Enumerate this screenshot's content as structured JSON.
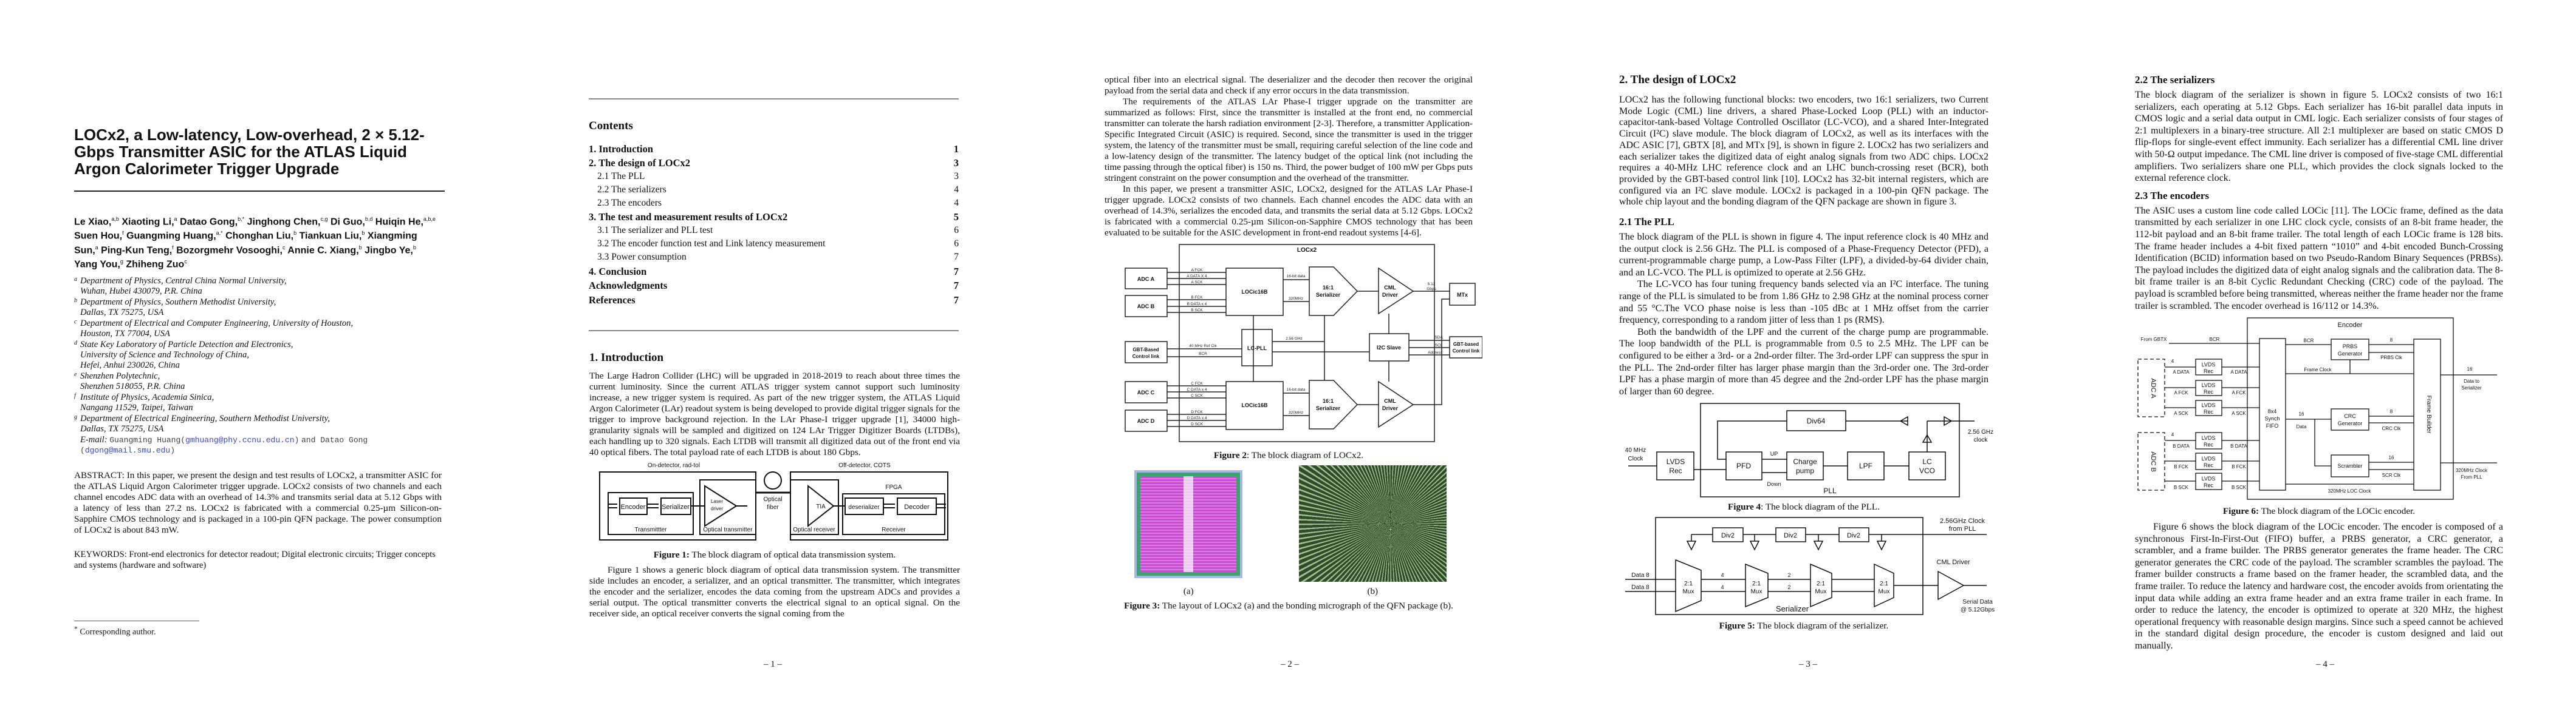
{
  "title_page": {
    "title": "LOCx2, a Low-latency, Low-overhead, 2 × 5.12-Gbps Transmitter ASIC for the ATLAS Liquid Argon Calorimeter Trigger Upgrade",
    "authors": [
      {
        "name": "Le Xiao,",
        "aff": "a,b"
      },
      {
        "name": "Xiaoting Li,",
        "aff": "a"
      },
      {
        "name": "Datao Gong,",
        "aff": "b,*"
      },
      {
        "name": "Jinghong Chen,",
        "aff": "c,g"
      },
      {
        "name": "Di Guo,",
        "aff": "b,d"
      },
      {
        "name": "Huiqin He,",
        "aff": "a,b,e"
      },
      {
        "name": "Suen Hou,",
        "aff": "f"
      },
      {
        "name": "Guangming Huang,",
        "aff": "a,*"
      },
      {
        "name": "Chonghan Liu,",
        "aff": "b"
      },
      {
        "name": "Tiankuan Liu,",
        "aff": "b"
      },
      {
        "name": "Xiangming Sun,",
        "aff": "a"
      },
      {
        "name": "Ping-Kun Teng,",
        "aff": "f"
      },
      {
        "name": "Bozorgmehr Vosooghi,",
        "aff": "c"
      },
      {
        "name": "Annie C. Xiang,",
        "aff": "b"
      },
      {
        "name": "Jingbo Ye,",
        "aff": "b"
      },
      {
        "name": "Yang You,",
        "aff": "g"
      },
      {
        "name": "Zhiheng Zuo",
        "aff": "c"
      }
    ],
    "affiliations": [
      {
        "mark": "a",
        "lines": [
          "Department of Physics, Central China Normal University,",
          "Wuhan, Hubei 430079, P.R. China"
        ]
      },
      {
        "mark": "b",
        "lines": [
          "Department of Physics, Southern Methodist University,",
          "Dallas, TX 75275, USA"
        ]
      },
      {
        "mark": "c",
        "lines": [
          "Department of Electrical and Computer Engineering, University of Houston,",
          "Houston, TX 77004, USA"
        ]
      },
      {
        "mark": "d",
        "lines": [
          "State Key Laboratory of Particle Detection and Electronics,",
          "University of Science and Technology of China,",
          "Hefei, Anhui 230026, China"
        ]
      },
      {
        "mark": "e",
        "lines": [
          "Shenzhen Polytechnic,",
          "Shenzhen 518055, P.R. China"
        ]
      },
      {
        "mark": "f",
        "lines": [
          "Institute of Physics, Academia Sinica,",
          "Nangang 11529, Taipei, Taiwan"
        ]
      },
      {
        "mark": "g",
        "lines": [
          "Department of Electrical Engineering, Southern Methodist University,",
          "Dallas, TX 75275, USA"
        ]
      }
    ],
    "email": {
      "label": "E-mail",
      "name1": "Guangming Huang",
      "email1": "gmhuang@phy.ccnu.edu.cn",
      "and": "and Datao Gong",
      "email2": "dgong@mail.smu.edu"
    },
    "abstract": {
      "label": "ABSTRACT:",
      "text": "In this paper, we present the design and test results of LOCx2, a transmitter ASIC for the ATLAS Liquid Argon Calorimeter trigger upgrade. LOCx2 consists of two channels and each channel encodes ADC data with an overhead of 14.3% and transmits serial data at 5.12 Gbps with a latency of less than 27.2 ns. LOCx2 is fabricated with a commercial 0.25-µm Silicon-on-Sapphire CMOS technology and is packaged in a 100-pin QFN package. The power consumption of LOCx2 is about 843 mW."
    },
    "keywords": {
      "label": "KEYWORDS:",
      "text": "Front-end electronics for detector readout; Digital electronic circuits; Trigger concepts and systems (hardware and software)"
    },
    "footnote": "Corresponding author."
  },
  "contents": {
    "heading": "Contents",
    "entries": [
      {
        "label": "1. Introduction",
        "page": "1"
      },
      {
        "label": "2. The design of LOCx2",
        "page": "3"
      },
      {
        "label": "2.1 The PLL",
        "page": "3"
      },
      {
        "label": "2.2 The serializers",
        "page": "4"
      },
      {
        "label": "2.3 The encoders",
        "page": "4"
      },
      {
        "label": "3. The test and measurement results of LOCx2",
        "page": "5"
      },
      {
        "label": "3.1 The serializer and PLL test",
        "page": "6"
      },
      {
        "label": "3.2 The encoder function test and Link latency measurement",
        "page": "6"
      },
      {
        "label": "3.3 Power consumption",
        "page": "7"
      },
      {
        "label": "4. Conclusion",
        "page": "7"
      },
      {
        "label": "Acknowledgments",
        "page": "7"
      },
      {
        "label": "References",
        "page": "7"
      }
    ]
  },
  "page1": {
    "heading": "1. Introduction",
    "p1": "The Large Hadron Collider (LHC) will be upgraded in 2018-2019 to reach about three times the current luminosity. Since the current ATLAS trigger system cannot support such luminosity increase, a new trigger system is required. As part of the new trigger system, the ATLAS Liquid Argon Calorimeter (LAr) readout system is being developed to provide digital trigger signals for the trigger to improve background rejection. In the LAr Phase-I trigger upgrade [1], 34000 high-granularity signals will be sampled and digitized on 124 LAr Trigger Digitizer Boards (LTDBs), each handling up to 320 signals. Each LTDB will transmit all digitized data out of the front end via 40 optical fibers. The total payload rate of each LTDB is about 180 Gbps.",
    "figure1": {
      "on_detector": "On-detector, rad-tol",
      "off_detector": "Off-detector, COTS",
      "encoder": "Encoder",
      "serializer": "Serializer",
      "laser": "Laser",
      "driver": "driver",
      "transmitter": "Transmittter",
      "optical_transmitter": "Optical transmitter",
      "optical": "Optical",
      "fiber": "fiber",
      "tia": "TIA",
      "fpga": "FPGA",
      "deserializer": "deserializer",
      "decoder": "Decoder",
      "optical_receiver": "Optical receiver",
      "receiver": "Receiver"
    },
    "fig1_caption": {
      "label": "Figure 1:",
      "text": "The block diagram of optical data transmission system."
    },
    "p2": "Figure 1 shows a generic block diagram of optical data transmission system. The transmitter side includes an encoder, a serializer, and an optical transmitter. The transmitter, which integrates the encoder and the serializer, encodes the data coming from the upstream ADCs and provides a serial output. The optical transmitter converts the electrical signal to an optical signal. On the receiver side, an optical receiver converts the signal coming from the",
    "page_number": "– 1 –"
  },
  "page2": {
    "p1": "optical fiber into an electrical signal. The deserializer and the decoder then recover the original payload from the serial data and check if any error occurs in the data transmission.",
    "p2": "The requirements of the ATLAS LAr Phase-I trigger upgrade on the transmitter are summarized as follows: First, since the transmitter is installed at the front end, no commercial transmitter can tolerate the harsh radiation environment [2-3]. Therefore, a transmitter Application-Specific Integrated Circuit (ASIC) is required. Second, since the transmitter is used in the trigger system, the latency of the transmitter must be small, requiring careful selection of the line code and a low-latency design of the transmitter. The latency budget of the optical link (not including the time passing through the optical fiber) is 150 ns. Third, the power budget of 100 mW per Gbps puts stringent constraint on the power consumption and the overhead of the transmitter.",
    "p3": "In this paper, we present a transmitter ASIC, LOCx2, designed for the ATLAS LAr Phase-I trigger upgrade. LOCx2 consists of two channels. Each channel encodes the ADC data with an overhead of 14.3%, serializes the encoded data, and transmits the serial data at 5.12 Gbps. LOCx2 is fabricated with a commercial 0.25-µm Silicon-on-Sapphire CMOS technology that has been evaluated to be suitable for the ASIC development in front-end readout systems [4-6].",
    "figure2": {
      "chip": "LOCx2",
      "adc_a": "ADC A",
      "adc_b": "ADC B",
      "adc_c": "ADC C",
      "adc_d": "ADC D",
      "gbt_left": [
        "GBT-Based",
        "Control link"
      ],
      "gbt_right": [
        "GBT-based",
        "Control link"
      ],
      "locic": "LOCic16B",
      "ser": [
        "16:1",
        "Serializer"
      ],
      "cml": [
        "CML",
        "Driver"
      ],
      "mtx": "MTx",
      "pll": "LC-PLL",
      "i2c": "I2C Slave",
      "a_sig": [
        "A FCK",
        "A DATA X 4",
        "A SCK"
      ],
      "b_sig": [
        "B FCK",
        "B DATA x 4",
        "B SCK"
      ],
      "c_sig": [
        "C FCK",
        "C DATA x 4",
        "C SCK"
      ],
      "d_sig": [
        "D FCK",
        "D DATA x 4",
        "D SCK"
      ],
      "bits": "16-bit data",
      "mhz": "320MHz",
      "gbps": [
        "5.12",
        "Gbps"
      ],
      "ghz": "2.56 GHz",
      "ref": "40 MHz Ref Clk",
      "bcr": "BCR",
      "sda": "SDA",
      "scl": "SCL",
      "addr": "Address"
    },
    "fig2_caption": {
      "label": "Figure 2",
      "text": ": The block diagram of LOCx2."
    },
    "fig3_a": "(a)",
    "fig3_b": "(b)",
    "fig3_caption": {
      "label": "Figure 3:",
      "text": "The layout of LOCx2 (a) and the bonding micrograph of the QFN package (b)."
    },
    "page_number": "– 2 –"
  },
  "page3": {
    "heading": "2. The design of LOCx2",
    "p1": "LOCx2 has the following functional blocks: two encoders, two 16:1 serializers, two Current Mode Logic (CML) line drivers, a shared Phase-Locked Loop (PLL) with an inductor-capacitor-tank-based Voltage Controlled Oscillator (LC-VCO), and a shared Inter-Integrated Circuit (I²C) slave module. The block diagram of LOCx2, as well as its interfaces with the ADC ASIC [7], GBTX [8], and MTx [9], is shown in figure 2. LOCx2 has two serializers and each serializer takes the digitized data of eight analog signals from two ADC chips. LOCx2 requires a 40-MHz LHC reference clock and an LHC bunch-crossing reset (BCR), both provided by the GBT-based control link [10]. LOCx2 has 32-bit internal registers, which are configured via an I²C slave module. LOCx2 is packaged in a 100-pin QFN package. The whole chip layout and the bonding diagram of the QFN package are shown in figure 3.",
    "sub_heading": "2.1 The PLL",
    "p2": "The block diagram of the PLL is shown in figure 4. The input reference clock is 40 MHz and the output clock is 2.56 GHz. The PLL is composed of a Phase-Frequency Detector (PFD), a current-programmable charge pump, a Low-Pass Filter (LPF), a divided-by-64 divider chain, and an LC-VCO. The PLL is optimized to operate at 2.56 GHz.",
    "p3": "The LC-VCO has four tuning frequency bands selected via an I²C interface. The tuning range of the PLL is simulated to be from 1.86 GHz to 2.98 GHz at the nominal process corner and 55 °C.The VCO phase noise is less than -105 dBc at 1 MHz offset from the carrier frequency, corresponding to a random jitter of less than 1 ps (RMS).",
    "p4": "Both the bandwidth of the LPF and the current of the charge pump are programmable. The loop bandwidth of the PLL is programmable from 0.5 to 2.5 MHz. The LPF can be configured to be either a 3rd- or a 2nd-order filter. The 3rd-order LPF can suppress the spur in the PLL. The 2nd-order filter has larger phase margin than the 3rd-order one. The 3rd-order LPF has a phase margin of more than 45 degree and the 2nd-order LPF has the phase margin of larger than 60 degree.",
    "figure4": {
      "clk_in": [
        "40 MHz",
        "Clock"
      ],
      "lvds": [
        "LVDS",
        "Rec"
      ],
      "pfd": "PFD",
      "up": "UP",
      "down": "Down",
      "cp": [
        "Charge",
        "pump"
      ],
      "lpf": "LPF",
      "vco": [
        "LC",
        "VCO"
      ],
      "div": "Div64",
      "clk_out": [
        "2.56 GHz",
        "clock"
      ],
      "pll": "PLL"
    },
    "fig4_caption": {
      "label": "Figure 4",
      "text": ": The block diagram of the PLL."
    },
    "figure5": {
      "clk_in": [
        "2.56GHz Clock",
        "from PLL"
      ],
      "div": "Div2",
      "mux": [
        "2:1",
        "Mux"
      ],
      "data": "Data 8",
      "w4": "4",
      "w2": "2",
      "ser": "Serializer",
      "cml": "CML Driver",
      "out": [
        "Serial Data",
        "@ 5.12Gbps"
      ]
    },
    "fig5_caption": {
      "label": "Figure 5:",
      "text": "The block diagram of the serializer."
    },
    "page_number": "– 3 –"
  },
  "page4": {
    "h22": "2.2 The serializers",
    "p1": "The block diagram of the serializer is shown in figure 5. LOCx2 consists of two 16:1 serializers, each operating at 5.12 Gbps. Each serializer has 16-bit parallel data inputs in CMOS logic and a serial data output in CML logic. Each serializer consists of four stages of 2:1 multiplexers in a binary-tree structure. All 2:1 multiplexer are based on static CMOS D flip-flops for single-event effect immunity. Each serializer has a differential CML line driver with 50-Ω output impedance. The CML line driver is composed of five-stage CML differential amplifiers. Two serializers share one PLL, which provides the clock signals locked to the external reference clock.",
    "h23": "2.3 The encoders",
    "p2": "The ASIC uses a custom line code called LOCic [11]. The LOCic frame, defined as the data transmitted by each serializer in one LHC clock cycle, consists of an 8-bit frame header, the 112-bit payload and an 8-bit frame trailer. The total length of each LOCic frame is 128 bits. The frame header includes a 4-bit fixed pattern “1010” and 4-bit encoded Bunch-Crossing Identification (BCID) information based on two Pseudo-Random Binary Sequences (PRBSs). The payload includes the digitized data of eight analog signals and the calibration data. The 8-bit frame trailer is an 8-bit Cyclic Redundant Checking (CRC) code of the payload. The payload is scrambled before being transmitted, whereas neither the frame header nor the frame trailer is scrambled. The encoder overhead is 16/112 or 14.3%.",
    "figure6": {
      "encoder": "Encoder",
      "from_gbtx": "From GBTX",
      "bcr": "BCR",
      "adc_a": "ADC A",
      "adc_b": "ADC B",
      "lvds": [
        "LVDS",
        "Rec"
      ],
      "a_sig": [
        "A DATA",
        "A FCK",
        "A SCK"
      ],
      "b_sig": [
        "B DATA",
        "B FCK",
        "B SCK"
      ],
      "w4": "4",
      "w8": "8",
      "w16": "16",
      "fifo": [
        "8x4",
        "Synch",
        "FIFO"
      ],
      "prbs": [
        "PRBS",
        "Generator"
      ],
      "prbs_clk": "PRBS Clk",
      "frame_clock": "Frame Clock",
      "data": "Data",
      "crc": [
        "CRC",
        "Generator"
      ],
      "crc_clk": "CRC Clk",
      "scrambler": "Scrambler",
      "scr_clk": "SCR Clk",
      "loc_clock": "320MHz LOC Clock",
      "builder": "Frame Builder",
      "out": [
        "Data to",
        "Serializer"
      ],
      "clk_in": [
        "320MHz Clock",
        "From PLL"
      ]
    },
    "fig6_caption": {
      "label": "Figure 6:",
      "text": "The block diagram of the LOCic encoder."
    },
    "p3": "Figure 6 shows the block diagram of the LOCic encoder. The encoder is composed of a synchronous First-In-First-Out (FIFO) buffer, a PRBS generator, a CRC generator, a scrambler, and a frame builder. The PRBS generator generates the frame header. The CRC generator generates the CRC code of the payload. The scrambler scrambles the payload. The framer builder constructs a frame based on the framer header, the scrambled data, and the frame trailer. To reduce the latency and hardware cost, the encoder avoids from orientating the input data while adding an extra frame header and an extra frame trailer in each frame. In order to reduce the latency, the encoder is optimized to operate at 320 MHz, the highest operational frequency with reasonable design margins. Since such a speed cannot be achieved in the standard digital design procedure, the encoder is custom designed and laid out manually.",
    "page_number": "– 4 –"
  }
}
